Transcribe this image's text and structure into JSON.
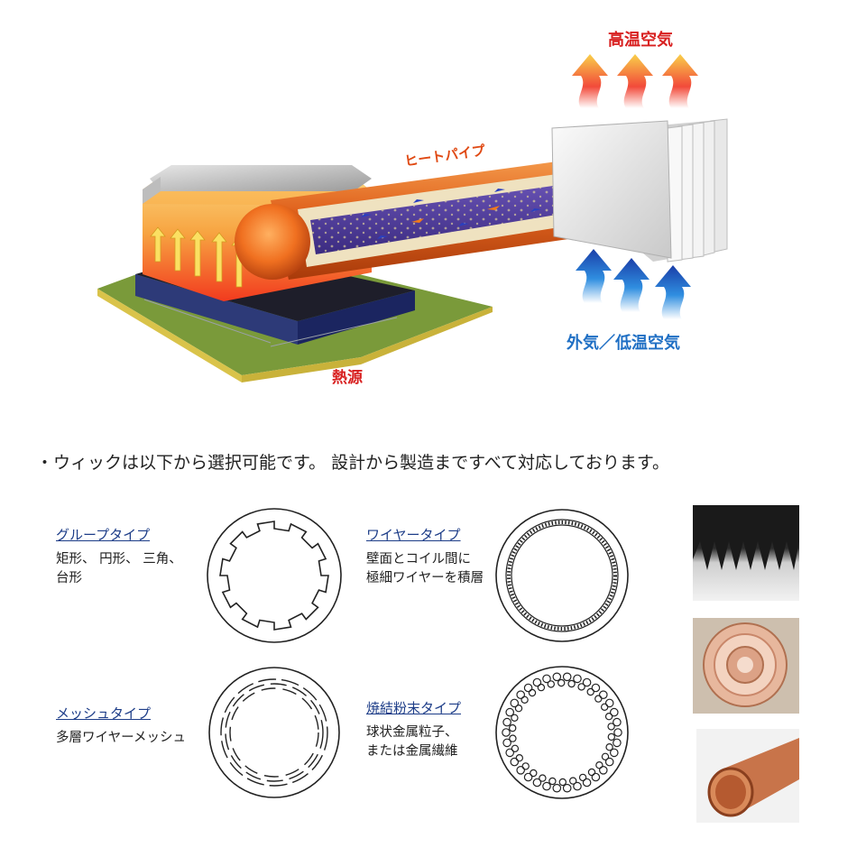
{
  "diagram": {
    "label_hot_air": "高温空気",
    "label_heat_pipe": "ヒートパイプ",
    "label_cool_air": "外気／低温空気",
    "label_heat_source": "熱源"
  },
  "intro_text": "・ウィックは以下から選択可能です。 設計から製造まですべて対応しております。",
  "wicks": [
    {
      "title": "グループタイプ",
      "desc": [
        "矩形、 円形、 三角、",
        "台形"
      ]
    },
    {
      "title": "ワイヤータイプ",
      "desc": [
        "壁面とコイル間に",
        "極細ワイヤーを積層"
      ]
    },
    {
      "title": "メッシュタイプ",
      "desc": [
        "多層ワイヤーメッシュ"
      ]
    },
    {
      "title": "焼結粉末タイプ",
      "desc": [
        "球状金属粒子、",
        "または金属繊維"
      ]
    }
  ],
  "colors": {
    "hot": "#e32b1c",
    "cool": "#1f6fc4",
    "copper": "#e0631e",
    "title_blue": "#1d3d88"
  }
}
